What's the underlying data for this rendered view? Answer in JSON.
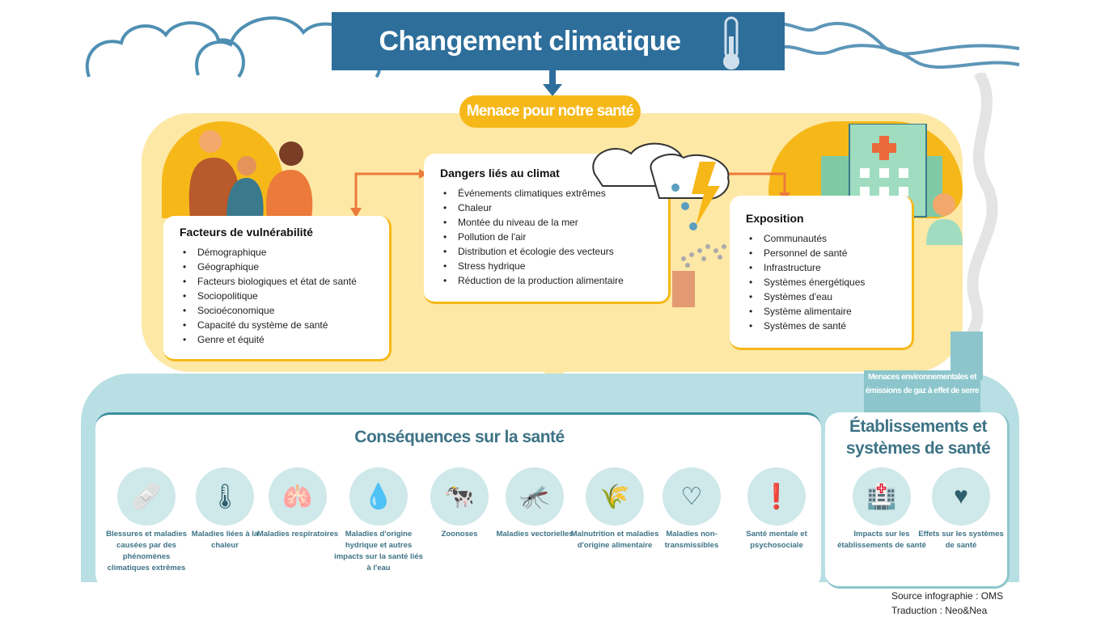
{
  "title": "Changement climatique",
  "threat": "Menace pour notre santé",
  "vulnerability": {
    "title": "Facteurs de vulnérabilité",
    "items": [
      "Démographique",
      "Géographique",
      "Facteurs biologiques et  état de santé",
      "Sociopolitique",
      "Socioéconomique",
      "Capacité du système de santé",
      "Genre et équité"
    ]
  },
  "hazards": {
    "title": "Dangers  liés au climat",
    "items": [
      "Événements climatiques extrêmes",
      "Chaleur",
      "Montée du niveau de la mer",
      "Pollution de l'air",
      "Distribution et écologie des vecteurs",
      "Stress hydrique",
      "Réduction de la production alimentaire"
    ]
  },
  "exposure": {
    "title": "Exposition",
    "items": [
      "Communautés",
      "Personnel de santé",
      "Infrastructure",
      "Systèmes énergétiques",
      "Systèmes d'eau",
      "Système alimentaire",
      "Systèmes de santé"
    ]
  },
  "env_threats": "Menaces environnementales et émissions de gaz à effet de serre",
  "consequences": {
    "title": "Conséquences sur la santé",
    "items": [
      {
        "label": "Blessures et maladies causées par des phénomènes climatiques extrêmes",
        "icon": "injured-person-icon"
      },
      {
        "label": "Maladies liées à la chaleur",
        "icon": "thermometer-icon"
      },
      {
        "label": "Maladies respiratoires",
        "icon": "lungs-icon"
      },
      {
        "label": "Maladies d'origine hydrique et autres impacts sur la santé liés à l'eau",
        "icon": "water-drop-icon"
      },
      {
        "label": "Zoonoses",
        "icon": "animals-icon"
      },
      {
        "label": "Maladies vectorielles",
        "icon": "mosquito-icon"
      },
      {
        "label": "Malnutrition et maladies d'origine alimentaire",
        "icon": "wheat-icon"
      },
      {
        "label": "Maladies non-transmissibles",
        "icon": "heartbeat-icon"
      },
      {
        "label": "Santé mentale et psychosociale",
        "icon": "head-alert-icon"
      }
    ]
  },
  "health_systems": {
    "title": "Établissements et systèmes de santé",
    "items": [
      {
        "label": "Impacts sur les établissements de santé",
        "icon": "hospital-icon"
      },
      {
        "label": "Effets sur les systèmes de santé",
        "icon": "hands-heart-icon"
      }
    ]
  },
  "source": "Source infographie : OMS",
  "translation": "Traduction : Neo&Nea",
  "colors": {
    "banner": "#2d6e9b",
    "yellow": "#f6b819",
    "teal": "#8cc6cc",
    "text_teal": "#3d7386"
  }
}
